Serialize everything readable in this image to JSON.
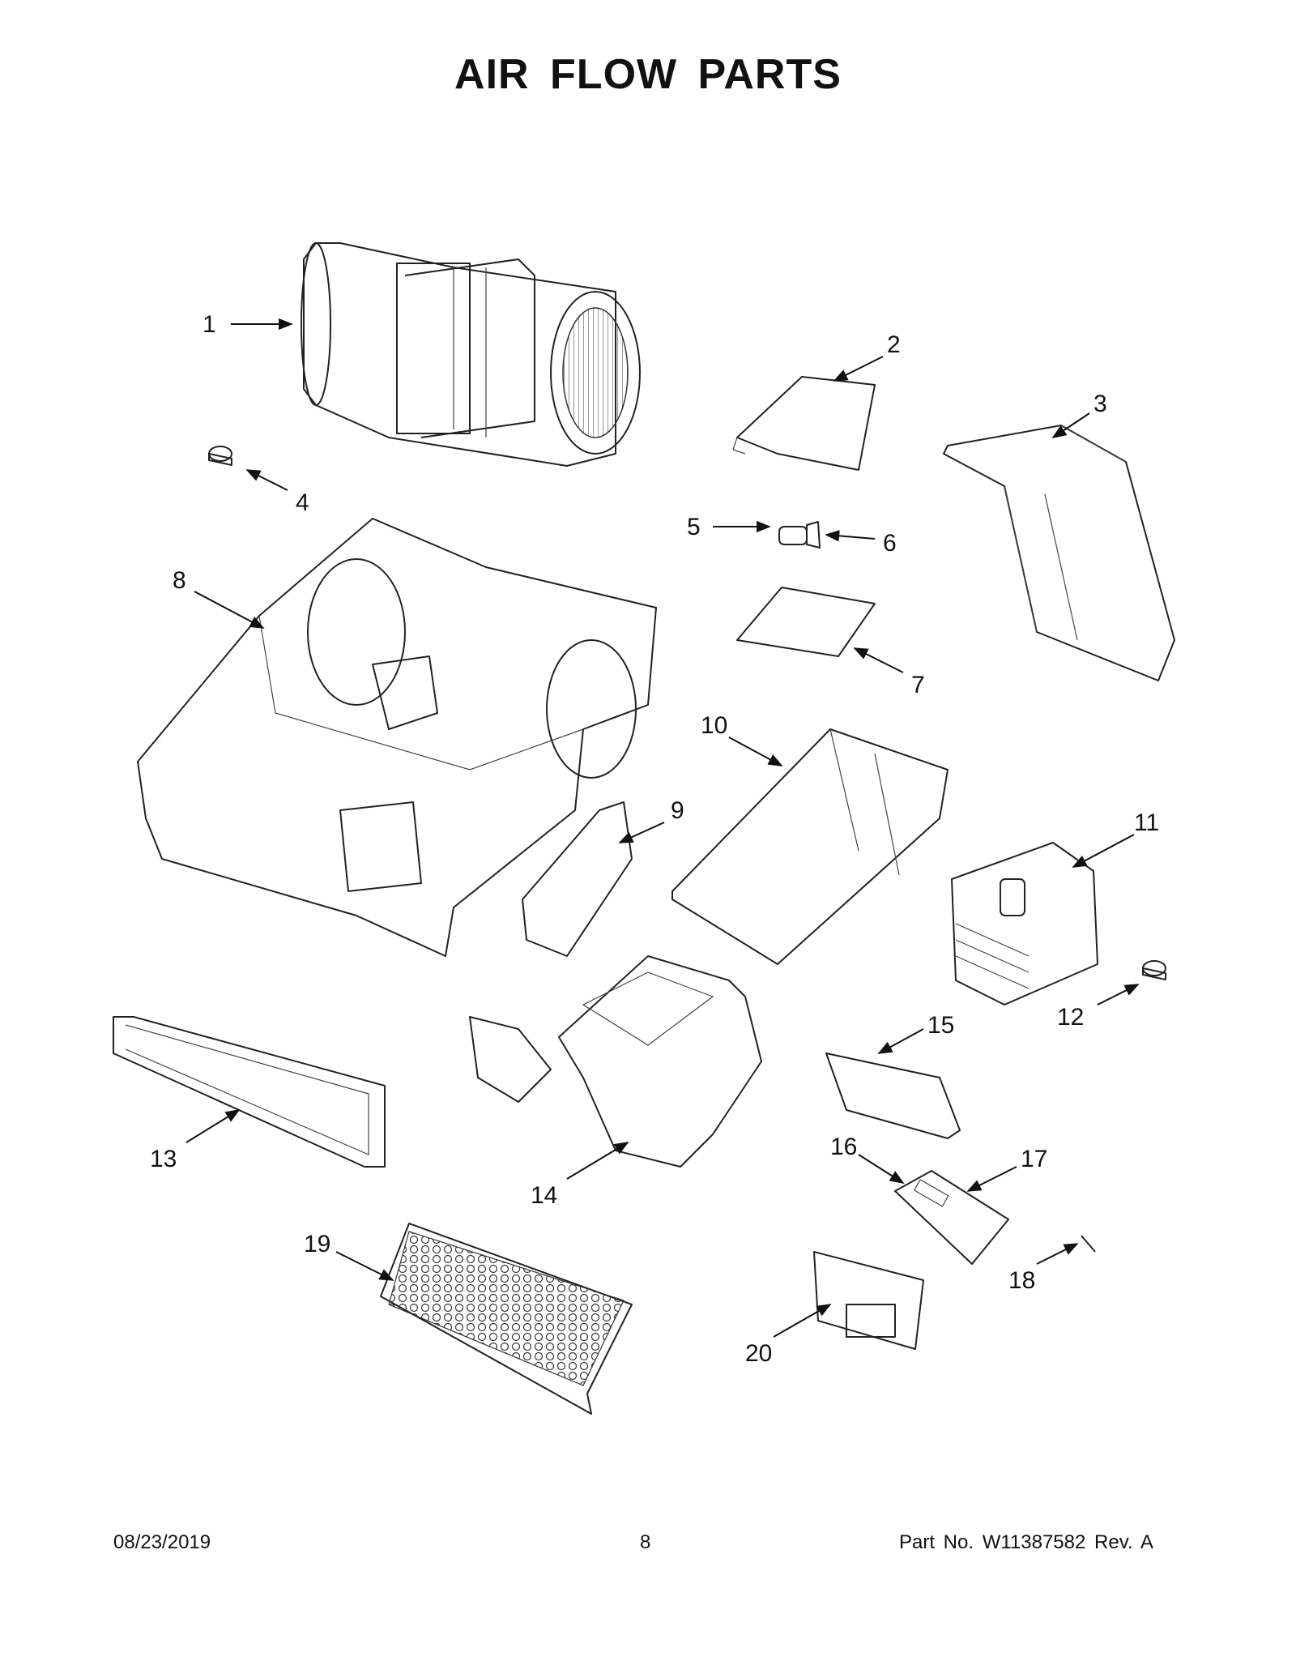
{
  "page": {
    "title": "AIR FLOW PARTS",
    "footer": {
      "date": "08/23/2019",
      "page_number": "8",
      "part_no": "Part No.  W11387582  Rev.  A"
    }
  },
  "callouts": [
    "1",
    "2",
    "3",
    "4",
    "5",
    "6",
    "7",
    "8",
    "9",
    "10",
    "11",
    "12",
    "13",
    "14",
    "15",
    "16",
    "17",
    "18",
    "19",
    "20"
  ]
}
